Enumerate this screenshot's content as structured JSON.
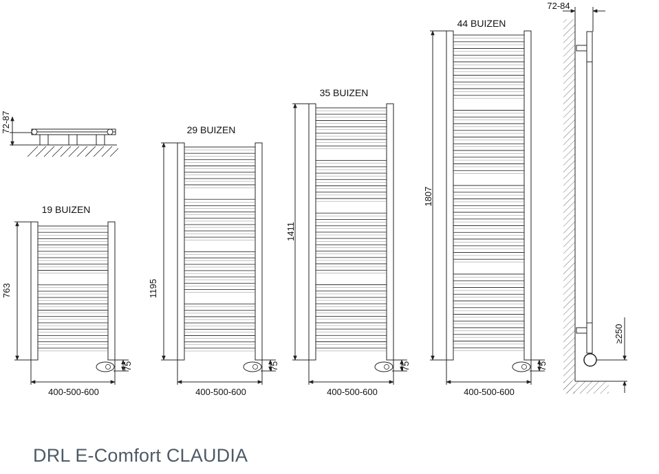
{
  "title": "DRL E-Comfort CLAUDIA",
  "top_view": {
    "depth": "72-87"
  },
  "side_view": {
    "depth": "72-84",
    "connection_height": "≥250"
  },
  "models": [
    {
      "label": "19 BUIZEN",
      "height": "763",
      "width": "400-500-600",
      "bottom": "75",
      "tubes": 19
    },
    {
      "label": "29 BUIZEN",
      "height": "1195",
      "width": "400-500-600",
      "bottom": "75",
      "tubes": 29
    },
    {
      "label": "35 BUIZEN",
      "height": "1411",
      "width": "400-500-600",
      "bottom": "75",
      "tubes": 35
    },
    {
      "label": "44 BUIZEN",
      "height": "1807",
      "width": "400-500-600",
      "bottom": "75",
      "tubes": 44
    }
  ]
}
